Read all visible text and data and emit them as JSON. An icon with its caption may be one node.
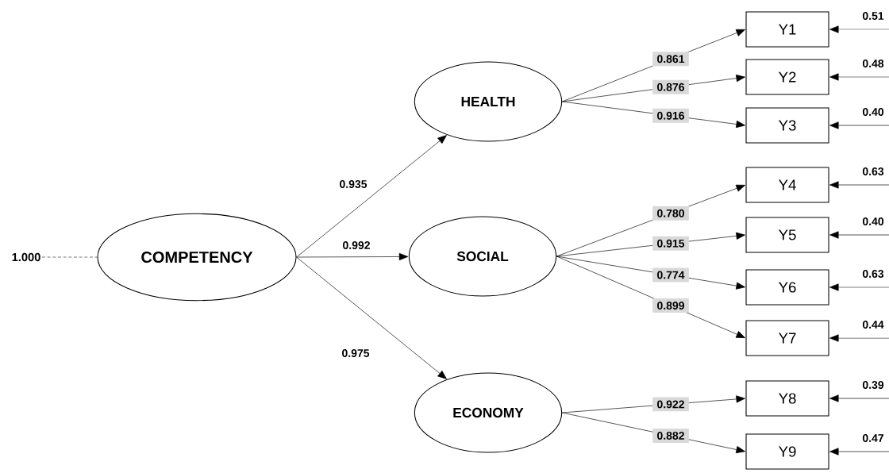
{
  "diagram": {
    "nodes": [
      {
        "text": [
          "1.000"
        ]
      },
      {
        "text": [
          "COMPETENCY"
        ]
      },
      {
        "text": [
          "HEALTH"
        ]
      },
      {
        "text": [
          "SOCIAL"
        ]
      },
      {
        "text": [
          "ECONOMY"
        ]
      },
      {
        "text": [
          "Y1"
        ]
      },
      {
        "text": [
          "Y2"
        ]
      },
      {
        "text": [
          "Y3"
        ]
      },
      {
        "text": [
          "Y4"
        ]
      },
      {
        "text": [
          "Y5"
        ]
      },
      {
        "text": [
          "Y6"
        ]
      },
      {
        "text": [
          "Y7"
        ]
      },
      {
        "text": [
          "Y8"
        ]
      },
      {
        "text": [
          "Y9"
        ]
      }
    ],
    "edges": [
      {
        "from": 0,
        "to": 1,
        "arrow": "none",
        "style": "dashed"
      },
      {
        "from": 1,
        "to": 2,
        "arrow": "to",
        "label": "0.935"
      },
      {
        "from": 1,
        "to": 3,
        "arrow": "to",
        "label": "0.992"
      },
      {
        "from": 1,
        "to": 4,
        "arrow": "to",
        "label": "0.975"
      },
      {
        "from": 2,
        "to": 5,
        "arrow": "to",
        "label": "0.861"
      },
      {
        "from": 2,
        "to": 6,
        "arrow": "to",
        "label": "0.876"
      },
      {
        "from": 2,
        "to": 7,
        "arrow": "to",
        "label": "0.916"
      },
      {
        "from": 3,
        "to": 8,
        "arrow": "to",
        "label": "0.780"
      },
      {
        "from": 3,
        "to": 9,
        "arrow": "to",
        "label": "0.915"
      },
      {
        "from": 3,
        "to": 10,
        "arrow": "to",
        "label": "0.774"
      },
      {
        "from": 3,
        "to": 11,
        "arrow": "to",
        "label": "0.899"
      },
      {
        "from": 4,
        "to": 12,
        "arrow": "to",
        "label": "0.922"
      },
      {
        "from": 4,
        "to": 13,
        "arrow": "to",
        "label": "0.882"
      },
      {
        "from": null,
        "to": 5,
        "arrow": "to",
        "label": "0.51"
      },
      {
        "from": null,
        "to": 6,
        "arrow": "to",
        "label": "0.48"
      },
      {
        "from": null,
        "to": 7,
        "arrow": "to",
        "label": "0.40"
      },
      {
        "from": null,
        "to": 8,
        "arrow": "to",
        "label": "0.63"
      },
      {
        "from": null,
        "to": 9,
        "arrow": "to",
        "label": "0.40"
      },
      {
        "from": null,
        "to": 10,
        "arrow": "to",
        "label": "0.63"
      },
      {
        "from": null,
        "to": 11,
        "arrow": "to",
        "label": "0.44"
      },
      {
        "from": null,
        "to": 12,
        "arrow": "to",
        "label": "0.39"
      },
      {
        "from": null,
        "to": 13,
        "arrow": "to",
        "label": "0.47"
      }
    ]
  }
}
